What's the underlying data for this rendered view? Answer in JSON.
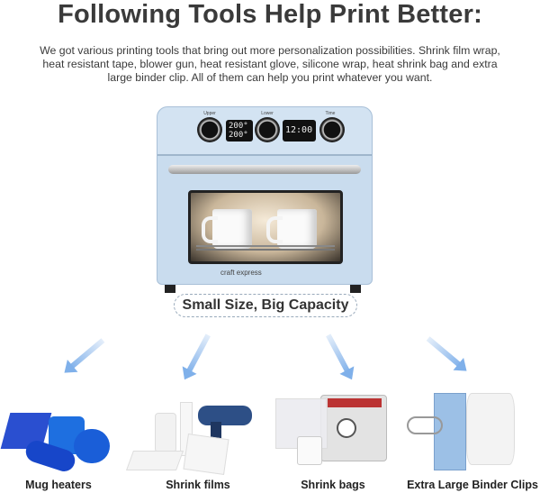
{
  "title": "Following Tools Help Print Better:",
  "description": "We got various printing tools that bring out more personalization possibilities. Shrink film wrap, heat resistant tape, blower gun, heat resistant glove, silicone wrap,  heat shrink bag and extra large binder clip. All of them can help you print whatever you want.",
  "oven": {
    "knob_labels": [
      "Upper",
      "Lower",
      "Time"
    ],
    "display_upper": "200°",
    "display_lower": "200°",
    "display_time": "12:00",
    "brand": "craft express"
  },
  "tagline": "Small Size, Big Capacity",
  "accent_color": "#7fb0ea",
  "products": [
    {
      "label": "Mug heaters"
    },
    {
      "label": "Shrink films"
    },
    {
      "label": "Shrink bags"
    },
    {
      "label": "Extra Large Binder Clips"
    }
  ]
}
